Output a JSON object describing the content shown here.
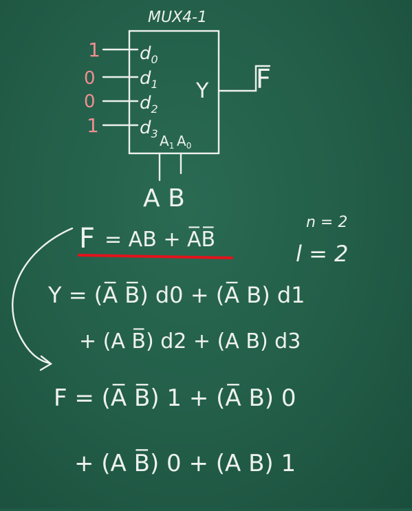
{
  "mux": {
    "title": "MUX4-1",
    "inputs": [
      {
        "value": "1",
        "label": "d0",
        "base": "d",
        "sub": "0"
      },
      {
        "value": "0",
        "label": "d1",
        "base": "d",
        "sub": "1"
      },
      {
        "value": "0",
        "label": "d2",
        "base": "d",
        "sub": "2"
      },
      {
        "value": "1",
        "label": "d3",
        "base": "d",
        "sub": "3"
      }
    ],
    "output_label": "Y",
    "output_signal": "F",
    "selects": [
      "A1",
      "A0"
    ],
    "select_signals": "A B"
  },
  "params": {
    "n": "n = 2",
    "l": "l = 2"
  },
  "function": {
    "lhs": "F",
    "rhs": "= AB + A̅B̅"
  },
  "expansion": {
    "y_line1": "Y = (A̅ B̅) d0 + (A̅ B) d1",
    "y_line2": "+ (A B̅) d2 + (A B) d3",
    "f_line1": "F = (A̅ B̅) 1 + (A̅ B) 0",
    "f_line2": "+ (A B̅) 0 + (A B) 1"
  },
  "colors": {
    "board": "#1f5a46",
    "chalk": "#eef2ee",
    "pink_chalk": "#f08f8f",
    "underline": "#e3131b"
  }
}
